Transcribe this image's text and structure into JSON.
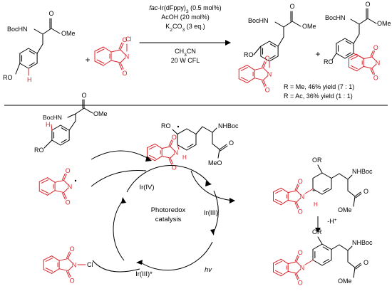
{
  "reaction": {
    "catalyst": "fac-Ir(dFppy)3 (0.5 mol%)",
    "additive": "AcOH (20 mol%)",
    "base": "K2CO3 (3 eq.)",
    "solvent": "CH3CN",
    "light": "20 W CFL",
    "plus": "+",
    "yield_me": "R = Me, 46% yield (7 : 1)",
    "yield_ac": "R = Ac, 36% yield (1 : 1)"
  },
  "labels": {
    "boc_hn": "BocHN",
    "nh_boc": "NHBoc",
    "ome": "OMe",
    "meo": "MeO",
    "ro": "RO",
    "or": "OR",
    "ro_dot": "RO",
    "o": "O",
    "n": "N",
    "cl": "Cl",
    "h": "H",
    "n_cl": "N–Cl"
  },
  "mechanism": {
    "ir_iv": "Ir(IV)",
    "ir_iii": "Ir(III)",
    "ir_iii_star": "Ir(III)*",
    "center_line1": "Photoredox",
    "center_line2": "catalysis",
    "hv": "hv",
    "deprotonation": "-H+"
  }
}
